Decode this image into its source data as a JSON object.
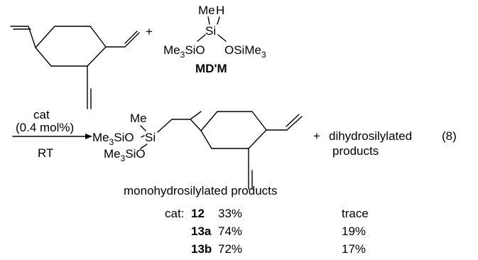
{
  "reagents": {
    "plus1": "+",
    "me": "Me",
    "h": "H",
    "si": "Si",
    "me3sio_prefix": "Me",
    "me3sio_sub": "3",
    "me3sio_suffix": "SiO",
    "osime3_prefix": "OSiMe",
    "osime3_sub": "3",
    "label": "MD'M"
  },
  "conditions": {
    "cat": "cat",
    "loading": "(0.4 mol%)",
    "temp": "RT"
  },
  "product": {
    "me": "Me",
    "si": "Si",
    "me3sio_prefix": "Me",
    "me3sio_sub": "3",
    "me3sio_suffix": "SiO",
    "plus2": "+",
    "byproduct_line1": "dihydrosilylated",
    "byproduct_line2": "products",
    "eq_number": "(8)"
  },
  "table": {
    "caption": "monohydrosilylated products",
    "cat_prefix": "cat:",
    "rows": [
      {
        "catalyst": "12",
        "mono": "33%",
        "di": "trace"
      },
      {
        "catalyst": "13a",
        "mono": "74%",
        "di": "19%"
      },
      {
        "catalyst": "13b",
        "mono": "72%",
        "di": "17%"
      }
    ]
  }
}
